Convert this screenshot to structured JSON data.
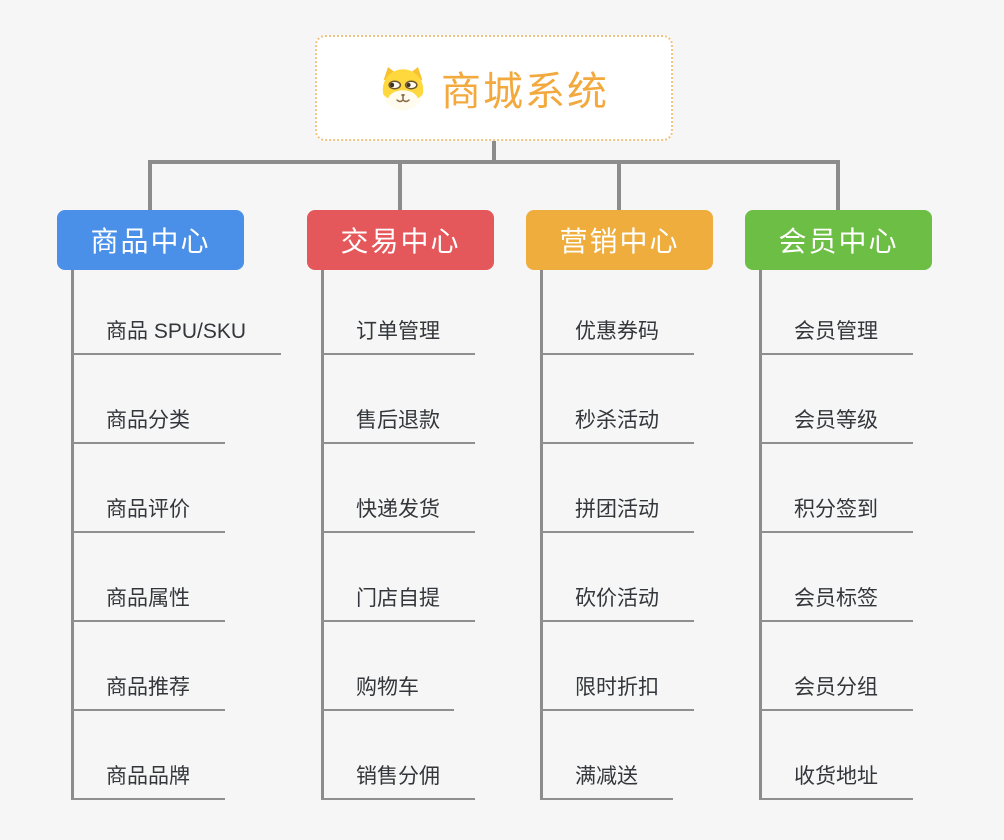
{
  "page": {
    "background_color": "#F6F6F6",
    "connector_color": "#8C8C8C",
    "underline_color": "#8F8F8F",
    "leaf_text_color": "#33373B"
  },
  "root": {
    "title": "商城系统",
    "title_color": "#F2A93E",
    "border_color": "#F0C584",
    "icon": "shiba-dog-icon"
  },
  "branches": [
    {
      "label": "商品中心",
      "color": "#4A90E8",
      "items": [
        "商品 SPU/SKU",
        "商品分类",
        "商品评价",
        "商品属性",
        "商品推荐",
        "商品品牌"
      ]
    },
    {
      "label": "交易中心",
      "color": "#E4585B",
      "items": [
        "订单管理",
        "售后退款",
        "快递发货",
        "门店自提",
        "购物车",
        "销售分佣"
      ]
    },
    {
      "label": "营销中心",
      "color": "#EFAD3D",
      "items": [
        "优惠券码",
        "秒杀活动",
        "拼团活动",
        "砍价活动",
        "限时折扣",
        "满减送"
      ]
    },
    {
      "label": "会员中心",
      "color": "#6DBE44",
      "items": [
        "会员管理",
        "会员等级",
        "积分签到",
        "会员标签",
        "会员分组",
        "收货地址"
      ]
    }
  ]
}
